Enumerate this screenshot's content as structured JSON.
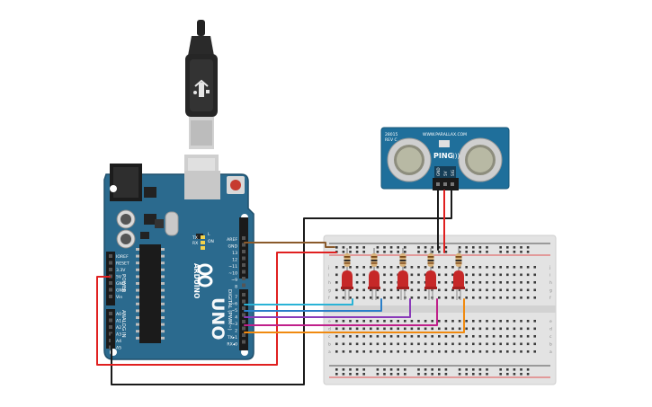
{
  "arduino": {
    "brand": "ARDUINO",
    "model": "UNO",
    "power_label": "POWER",
    "analog_label": "ANALOG IN",
    "digital_label": "DIGITAL (PWM~)",
    "tx_label": "TX",
    "rx_label": "RX",
    "on_label": "ON",
    "l_label": "L",
    "power_pins": [
      "IOREF",
      "RESET",
      "3.3V",
      "5V",
      "GND",
      "GND",
      "Vin"
    ],
    "analog_pins": [
      "A0",
      "A1",
      "A2",
      "A3",
      "A4",
      "A5"
    ],
    "digital_top": [
      "AREF",
      "GND",
      "13",
      "12",
      "~11",
      "~10",
      "~9",
      "8"
    ],
    "digital_bottom": [
      "7",
      "~6",
      "~5",
      "4",
      "~3",
      "2",
      "TX▸1",
      "RX◂0"
    ]
  },
  "sensor": {
    "part": "28015",
    "rev": "REV C",
    "site": "WWW.PARALLAX.COM",
    "name": "PING",
    "pins": [
      "GND",
      "5V",
      "SIG"
    ]
  },
  "breadboard": {
    "row_letters_top": [
      "j",
      "i",
      "h",
      "g",
      "f"
    ],
    "row_letters_bottom": [
      "e",
      "d",
      "c",
      "b",
      "a"
    ]
  },
  "colors": {
    "board": "#2b6a8e",
    "sensor": "#1f6f9b",
    "led": "#c62828",
    "wire_red": "#e02020",
    "wire_black": "#1a1a1a",
    "wire_brown": "#8a5a2b",
    "wire_cyan": "#2ab3d6",
    "wire_blue": "#2a7fc9",
    "wire_purple": "#8a3ab9",
    "wire_magenta": "#c0208a",
    "wire_orange": "#f08a10"
  }
}
